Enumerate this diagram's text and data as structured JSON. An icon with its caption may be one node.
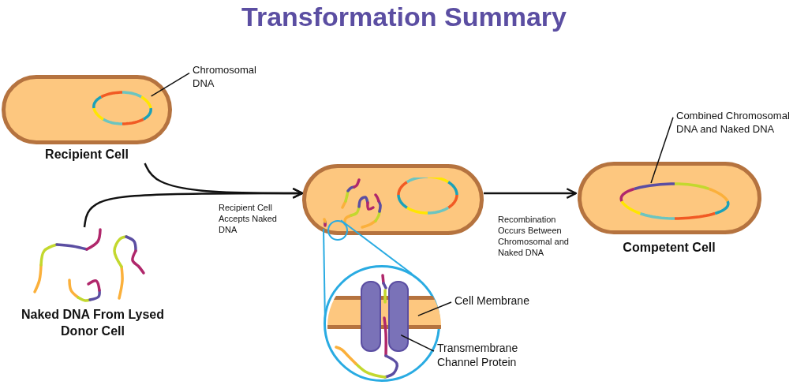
{
  "diagram": {
    "title": "Transformation Summary",
    "nodes": [
      {
        "text": [
          "Recipient Cell"
        ]
      },
      {
        "text": [],
        "shape": "circle",
        "in": 0
      },
      {
        "text": [
          "Chromosomal DNA"
        ]
      },
      {
        "text": [
          "Naked DNA From Lysed Donor Cell"
        ]
      },
      {
        "text": [],
        "shape": "capsule"
      },
      {
        "text": [
          "Competent Cell"
        ]
      },
      {
        "text": [],
        "shape": "circle",
        "in": 5
      },
      {
        "text": [
          "Combined Chromosomal DNA and Naked DNA"
        ]
      },
      {
        "text": [],
        "shape": "circle"
      },
      {
        "text": [],
        "shape": "circle",
        "in": 4
      },
      {
        "text": [],
        "shape": "bar",
        "in": 8
      },
      {
        "text": [],
        "shape": "picture",
        "in": 8
      },
      {
        "text": [
          "Cell Membrane"
        ]
      },
      {
        "text": [
          "Transmembrane Channel Protein"
        ]
      }
    ],
    "edges": [
      {
        "from": 0,
        "to": 4,
        "arrow": "to"
      },
      {
        "from": 3,
        "to": 4,
        "arrow": "to",
        "label": "Recipient Cell Accepts Naked DNA"
      },
      {
        "from": 4,
        "to": 5,
        "arrow": "to",
        "label": "Recombination Occurs Between Chromosomal and Naked DNA"
      },
      {
        "from": 2,
        "to": 1,
        "arrow": "none"
      },
      {
        "from": 7,
        "to": 6,
        "arrow": "none"
      },
      {
        "from": 12,
        "to": 10,
        "arrow": "none"
      },
      {
        "from": 13,
        "to": 11,
        "arrow": "none"
      },
      {
        "from": 9,
        "to": 8,
        "arrow": "none",
        "color": "#29abe2"
      },
      {
        "from": 9,
        "to": 8,
        "arrow": "none",
        "color": "#29abe2"
      }
    ]
  }
}
